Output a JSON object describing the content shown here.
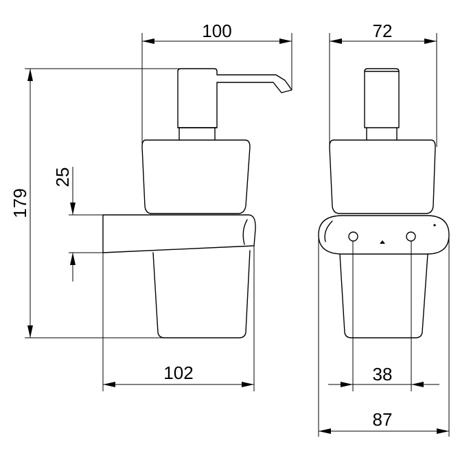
{
  "dimensions": {
    "top_width_side": "100",
    "top_width_front": "72",
    "total_height": "179",
    "holder_height": "25",
    "bottom_depth_side": "102",
    "hole_spacing": "38",
    "bottom_width_front": "87"
  },
  "colors": {
    "line": "#000000",
    "background": "#ffffff"
  }
}
